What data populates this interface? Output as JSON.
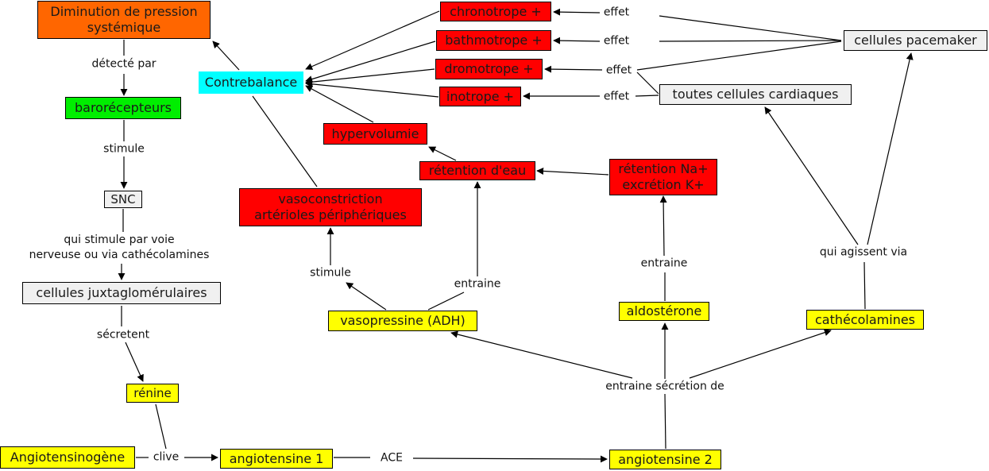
{
  "colors": {
    "orange": "#ff6600",
    "green": "#00ee00",
    "gray": "#f0f0f0",
    "red": "#ff0000",
    "yellow": "#ffff00",
    "cyan": "#00ffff"
  },
  "nodes": {
    "diminution": "Diminution de pression systémique",
    "diminution_l1": "Diminution de pression",
    "diminution_l2": "systémique",
    "barorecepteurs": "barorécepteurs",
    "snc": "SNC",
    "juxta": "cellules juxtaglomérulaires",
    "renine": "rénine",
    "angiotensinogene": "Angiotensinogène",
    "angiotensine1": "angiotensine 1",
    "angiotensine2": "angiotensine 2",
    "contrebalance": "Contrebalance",
    "chronotrope": "chronotrope +",
    "bathmotrope": "bathmotrope +",
    "dromotrope": "dromotrope +",
    "inotrope": "inotrope +",
    "pacemaker": "cellules pacemaker",
    "cardiaques": "toutes cellules cardiaques",
    "hypervolumie": "hypervolumie",
    "retention_eau": "rétention d'eau",
    "retention_na_l1": "rétention Na+",
    "retention_na_l2": "excrétion K+",
    "vasoconstriction_l1": "vasoconstriction",
    "vasoconstriction_l2": "artérioles périphériques",
    "vasopressine": "vasopressine (ADH)",
    "aldosterone": "aldostérone",
    "cathecolamines": "cathécolamines"
  },
  "links": {
    "detecte_par": "détecté par",
    "stimule_1": "stimule",
    "qui_stimule_l1": "qui stimule par voie",
    "qui_stimule_l2": "nerveuse ou via cathécolamines",
    "secretent": "sécretent",
    "clive": "clive",
    "ace": "ACE",
    "entraine_secretion": "entraine sécrétion de",
    "stimule_2": "stimule",
    "entraine_1": "entraine",
    "entraine_2": "entraine",
    "qui_agissent": "qui agissent via",
    "effet_1": "effet",
    "effet_2": "effet",
    "effet_3": "effet",
    "effet_4": "effet"
  }
}
